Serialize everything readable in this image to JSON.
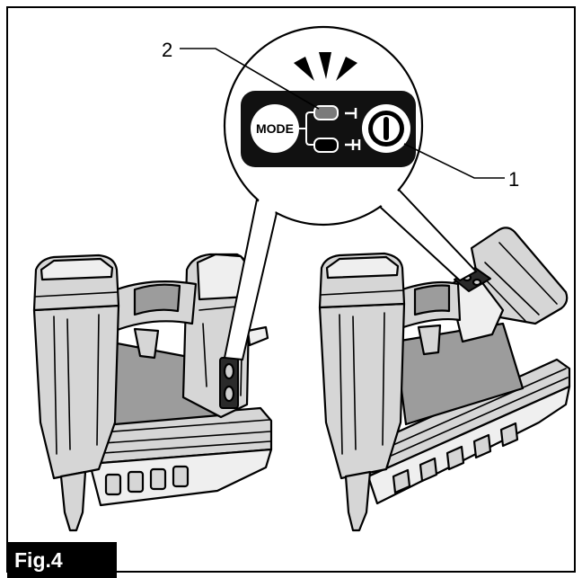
{
  "figure": {
    "label": "Fig.4"
  },
  "callouts": {
    "one": "1",
    "two": "2"
  },
  "panel": {
    "mode_button_label": "MODE",
    "indicators": [
      {
        "lit": true
      },
      {
        "lit": false
      }
    ]
  },
  "icons": {
    "power_button": "power-icon",
    "mode_button": "mode-button-icon",
    "indicator_flash": "flash-rays-icon",
    "indicator_symbol_upper": "single-mode-icon",
    "indicator_symbol_lower": "contact-mode-icon"
  },
  "colors": {
    "ink": "#000000",
    "panel": "#111111",
    "led_lit": "#7a7a7a",
    "led_off": "#000000",
    "tool_body": "#d6d6d6"
  }
}
